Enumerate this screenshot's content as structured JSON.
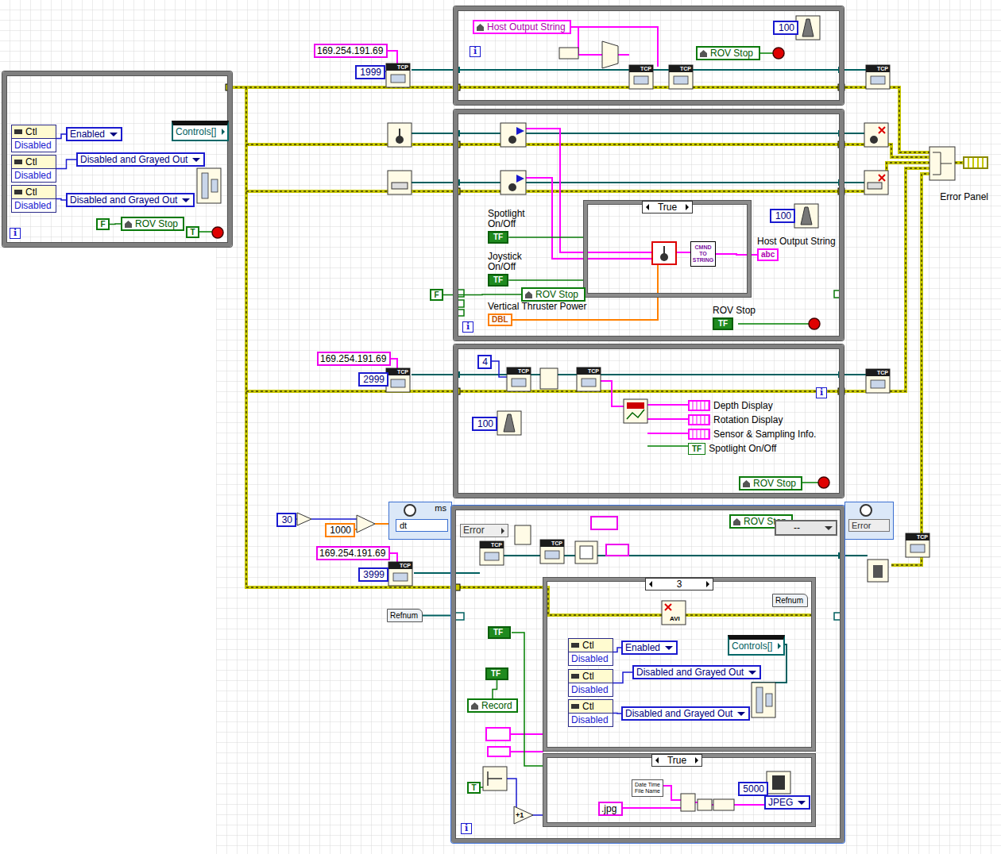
{
  "diagram": {
    "nodes": [
      {
        "text": [
          "i"
        ]
      },
      {
        "text": [
          "Ctl",
          "Disabled"
        ],
        "in": 0
      },
      {
        "text": [
          "Enabled"
        ],
        "in": 0
      },
      {
        "text": [
          "Controls[]"
        ],
        "in": 0
      },
      {
        "text": [
          "Ctl",
          "Disabled"
        ],
        "in": 0
      },
      {
        "text": [
          "Disabled and Grayed Out"
        ],
        "in": 0
      },
      {
        "text": [
          "Ctl",
          "Disabled"
        ],
        "in": 0
      },
      {
        "text": [
          "Disabled and Grayed Out"
        ],
        "in": 0
      },
      {
        "text": [
          "F"
        ],
        "in": 0
      },
      {
        "text": [
          "ROV Stop"
        ],
        "in": 0
      },
      {
        "text": [
          "T"
        ],
        "in": 0
      },
      {
        "text": [
          "169.254.191.69"
        ]
      },
      {
        "text": [
          "1999"
        ]
      },
      {
        "text": [
          "i"
        ]
      },
      {
        "text": [
          "Host Output String"
        ],
        "in": 13
      },
      {
        "text": [
          "100"
        ],
        "in": 13
      },
      {
        "text": [
          "ROV Stop"
        ],
        "in": 13
      },
      {
        "text": [
          "i"
        ]
      },
      {
        "text": [
          "Spotlight On/Off",
          "TF"
        ],
        "in": 17
      },
      {
        "text": [
          "Joystick On/Off",
          "TF"
        ],
        "in": 17
      },
      {
        "text": [
          "True"
        ],
        "in": 17
      },
      {
        "text": [
          "CMND TO STRING"
        ],
        "in": 20
      },
      {
        "text": [
          "100"
        ],
        "in": 17
      },
      {
        "text": [
          "Host Output String",
          "abc"
        ],
        "in": 17
      },
      {
        "text": [
          "F"
        ]
      },
      {
        "text": [
          "ROV Stop"
        ],
        "in": 17
      },
      {
        "text": [
          "Vertical Thruster Power",
          "DBL"
        ],
        "in": 17
      },
      {
        "text": [
          "ROV Stop",
          "TF"
        ],
        "in": 17
      },
      {
        "text": [
          "169.254.191.69"
        ]
      },
      {
        "text": [
          "2999"
        ]
      },
      {
        "text": [
          "i"
        ]
      },
      {
        "text": [
          "4"
        ],
        "in": 30
      },
      {
        "text": [
          "100"
        ],
        "in": 30
      },
      {
        "text": [
          "Depth Display"
        ],
        "in": 30
      },
      {
        "text": [
          "Rotation Display"
        ],
        "in": 30
      },
      {
        "text": [
          "Sensor & Sampling Info."
        ],
        "in": 30
      },
      {
        "text": [
          "TF",
          "Spotlight On/Off"
        ],
        "in": 30
      },
      {
        "text": [
          "ROV Stop"
        ],
        "in": 30
      },
      {
        "text": [
          "30"
        ]
      },
      {
        "text": [
          "1000"
        ]
      },
      {
        "text": [
          "ms",
          "dt"
        ]
      },
      {
        "text": [
          "169.254.191.69"
        ]
      },
      {
        "text": [
          "3999"
        ]
      },
      {
        "text": [
          "Refnum"
        ]
      },
      {
        "text": [
          "i"
        ]
      },
      {
        "text": [
          "Error"
        ],
        "in": 44
      },
      {
        "text": [
          "ROV Stop"
        ],
        "in": 44
      },
      {
        "text": [
          "--"
        ],
        "in": 44
      },
      {
        "text": [
          "TF"
        ],
        "in": 44
      },
      {
        "text": [
          "TF"
        ],
        "in": 44
      },
      {
        "text": [
          "Record"
        ],
        "in": 44
      },
      {
        "text": [
          "T"
        ],
        "in": 44
      },
      {
        "text": [
          "3"
        ],
        "in": 44
      },
      {
        "text": [
          "Refnum"
        ],
        "in": 52
      },
      {
        "text": [
          "Ctl",
          "Disabled"
        ],
        "in": 52
      },
      {
        "text": [
          "Enabled"
        ],
        "in": 52
      },
      {
        "text": [
          "Controls[]"
        ],
        "in": 52
      },
      {
        "text": [
          "Ctl",
          "Disabled"
        ],
        "in": 52
      },
      {
        "text": [
          "Disabled and Grayed Out"
        ],
        "in": 52
      },
      {
        "text": [
          "Ctl",
          "Disabled"
        ],
        "in": 52
      },
      {
        "text": [
          "Disabled and Grayed Out"
        ],
        "in": 52
      },
      {
        "text": [
          "True"
        ],
        "in": 44
      },
      {
        "text": [
          "Date Time File Name"
        ],
        "in": 61
      },
      {
        "text": [
          ".jpg"
        ],
        "in": 61
      },
      {
        "text": [
          "5000"
        ],
        "in": 61
      },
      {
        "text": [
          "JPEG"
        ],
        "in": 61
      },
      {
        "text": [
          "Error"
        ]
      },
      {
        "text": [
          "Error Panel"
        ]
      }
    ],
    "edges": [
      {
        "from": 2,
        "to": 1,
        "arrow": "none"
      },
      {
        "from": 5,
        "to": 4,
        "arrow": "none"
      },
      {
        "from": 7,
        "to": 6,
        "arrow": "none"
      },
      {
        "from": 8,
        "to": 9,
        "arrow": "none"
      },
      {
        "from": 24,
        "to": 25,
        "arrow": "none"
      },
      {
        "from": 18,
        "to": 20,
        "arrow": "none"
      },
      {
        "from": 19,
        "to": 20,
        "arrow": "none"
      },
      {
        "from": 26,
        "to": 20,
        "arrow": "none"
      },
      {
        "from": 21,
        "to": 23,
        "arrow": "none"
      },
      {
        "from": 49,
        "to": 50,
        "arrow": "none"
      },
      {
        "from": 55,
        "to": 54,
        "arrow": "none"
      },
      {
        "from": 58,
        "to": 57,
        "arrow": "none"
      },
      {
        "from": 60,
        "to": 59,
        "arrow": "none"
      },
      {
        "from": 43,
        "to": 44,
        "arrow": "none"
      }
    ],
    "labels": [
      "TCP",
      "TCP",
      "TCP",
      "TCP",
      "TCP",
      "TCP",
      "TCP",
      "TCP",
      "TCP",
      "TCP",
      "TCP",
      "TCP",
      "AVI",
      "+1"
    ]
  }
}
